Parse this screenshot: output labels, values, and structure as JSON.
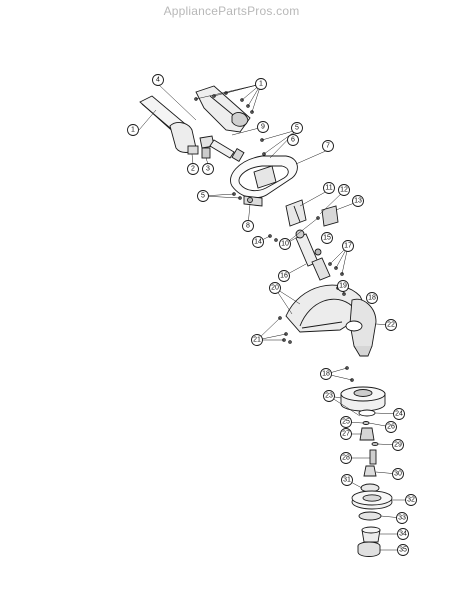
{
  "watermark": "AppliancePartsPros.com",
  "callouts": [
    {
      "id": "c1a",
      "label": "1"
    },
    {
      "id": "c1b",
      "label": "1"
    },
    {
      "id": "c2",
      "label": "2"
    },
    {
      "id": "c3",
      "label": "3"
    },
    {
      "id": "c4",
      "label": "4"
    },
    {
      "id": "c5",
      "label": "5"
    },
    {
      "id": "c5b",
      "label": "5"
    },
    {
      "id": "c6",
      "label": "6"
    },
    {
      "id": "c7",
      "label": "7"
    },
    {
      "id": "c8",
      "label": "8"
    },
    {
      "id": "c9",
      "label": "9"
    },
    {
      "id": "c10",
      "label": "10"
    },
    {
      "id": "c11",
      "label": "11"
    },
    {
      "id": "c12",
      "label": "12"
    },
    {
      "id": "c13",
      "label": "13"
    },
    {
      "id": "c14",
      "label": "14"
    },
    {
      "id": "c15",
      "label": "15"
    },
    {
      "id": "c16",
      "label": "16"
    },
    {
      "id": "c17",
      "label": "17"
    },
    {
      "id": "c18",
      "label": "18"
    },
    {
      "id": "c18b",
      "label": "18"
    },
    {
      "id": "c19",
      "label": "19"
    },
    {
      "id": "c20",
      "label": "20"
    },
    {
      "id": "c21",
      "label": "21"
    },
    {
      "id": "c22",
      "label": "22"
    },
    {
      "id": "c23",
      "label": "23"
    },
    {
      "id": "c24",
      "label": "24"
    },
    {
      "id": "c25",
      "label": "25"
    },
    {
      "id": "c26",
      "label": "26"
    },
    {
      "id": "c27",
      "label": "27"
    },
    {
      "id": "c28",
      "label": "28"
    },
    {
      "id": "c29",
      "label": "29"
    },
    {
      "id": "c30",
      "label": "30"
    },
    {
      "id": "c31",
      "label": "31"
    },
    {
      "id": "c32",
      "label": "32"
    },
    {
      "id": "c33",
      "label": "33"
    },
    {
      "id": "c34",
      "label": "34"
    },
    {
      "id": "c35",
      "label": "35"
    }
  ]
}
